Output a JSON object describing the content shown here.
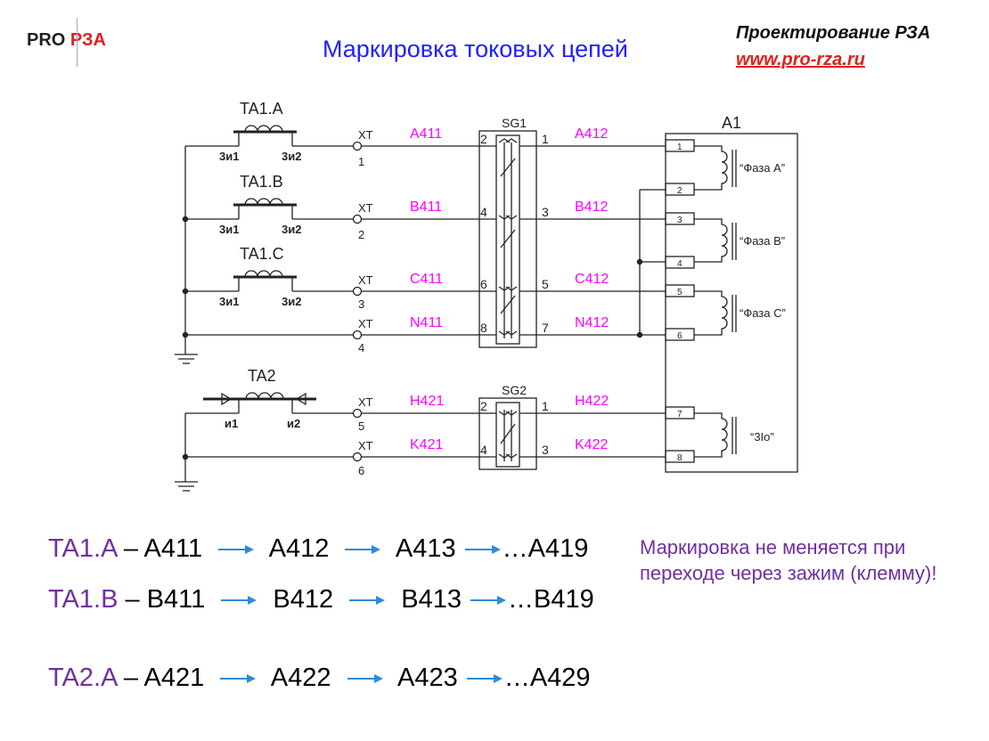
{
  "header": {
    "logo_pro": "PRO",
    "logo_rza": "РЗА",
    "title": "Маркировка токовых цепей",
    "brand_line1": "Проектирование РЗА",
    "brand_url": "www.pro-rza.ru"
  },
  "diagram": {
    "ct_labels": [
      "TA1.A",
      "TA1.B",
      "TA1.C",
      "TA2"
    ],
    "winding_start": "3и1",
    "winding_end": "3и2",
    "ta2_start": "и1",
    "ta2_end": "и2",
    "xt_label": "XT",
    "xt_numbers": [
      "1",
      "2",
      "3",
      "4",
      "5",
      "6"
    ],
    "wire_labels_in": [
      "A411",
      "B411",
      "C411",
      "N411",
      "H421",
      "K421"
    ],
    "wire_labels_out": [
      "A412",
      "B412",
      "C412",
      "N412",
      "H422",
      "K422"
    ],
    "sg1_label": "SG1",
    "sg2_label": "SG2",
    "sg1_pins_left": [
      "2",
      "4",
      "6",
      "8"
    ],
    "sg1_pins_right": [
      "1",
      "3",
      "5",
      "7"
    ],
    "sg2_pins_left": [
      "2",
      "4"
    ],
    "sg2_pins_right": [
      "1",
      "3"
    ],
    "device_label": "A1",
    "device_terminals": [
      "1",
      "2",
      "3",
      "4",
      "5",
      "6",
      "7",
      "8"
    ],
    "coil_labels": [
      "“Фаза A”",
      "“Фаза B”",
      "“Фаза C”",
      "“3Io”"
    ],
    "wire_color": "#ff00ff"
  },
  "marking": {
    "rows": [
      {
        "ta": "TA1.A",
        "dash": " – ",
        "m1": "A411",
        "m2": "A412",
        "m3": "A413",
        "m4": "…A419"
      },
      {
        "ta": "TA1.B",
        "dash": " – ",
        "m1": "B411",
        "m2": "B412",
        "m3": "B413",
        "m4": "…B419"
      },
      {
        "ta": "TA2.A",
        "dash": " – ",
        "m1": "A421",
        "m2": "A422",
        "m3": "A423",
        "m4": "…A429"
      }
    ],
    "note_line1": "Маркировка не меняется при",
    "note_line2": "переходе через зажим (клемму)!",
    "arrow_color": "#2e8bd8"
  }
}
